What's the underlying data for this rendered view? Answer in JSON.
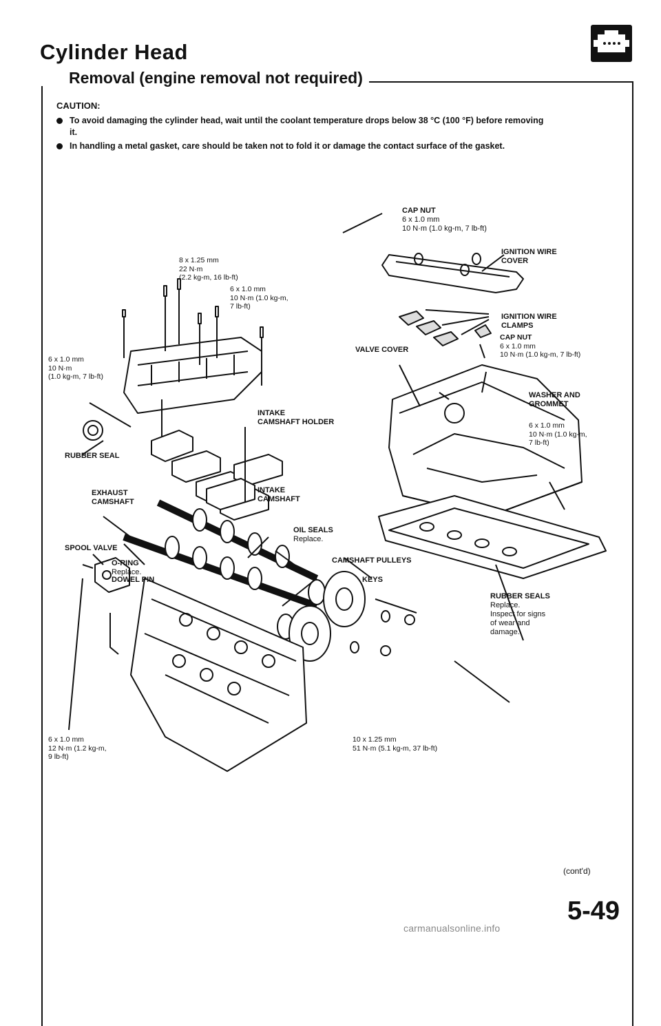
{
  "header": {
    "title": "Cylinder Head",
    "subtitle": "Removal (engine removal not required)"
  },
  "caution": {
    "title": "CAUTION:",
    "items": [
      "To avoid damaging the cylinder head, wait until the coolant temperature drops below 38 °C (100 °F) before removing",
      "it.",
      "In handling a metal gasket, care should be taken not to fold it or damage the contact surface of the gasket."
    ]
  },
  "labels": {
    "cap_nut_top": [
      "CAP NUT",
      "6 x 1.0 mm",
      "10 N·m (1.0 kg-m, 7 lb-ft)"
    ],
    "ignition_wire_cover": [
      "IGNITION WIRE",
      "COVER"
    ],
    "bolt_8x125": [
      "8 x 1.25 mm",
      "22 N·m",
      "(2.2 kg-m, 16 lb-ft)"
    ],
    "bolt_6x10_top": [
      "6 x 1.0 mm",
      "10 N·m (1.0 kg-m,",
      "7 lb-ft)"
    ],
    "ignition_wire_clamps": [
      "IGNITION WIRE",
      "CLAMPS"
    ],
    "cap_nut_mid": [
      "CAP NUT",
      "6 x 1.0 mm",
      "10 N·m (1.0 kg-m, 7 lb-ft)"
    ],
    "valve_cover": "VALVE COVER",
    "bolt_6x10_left": [
      "6 x 1.0 mm",
      "10 N·m",
      "(1.0 kg-m, 7 lb-ft)"
    ],
    "washer_grommet": [
      "WASHER AND",
      "GROMMET"
    ],
    "intake_cam_holder": [
      "INTAKE",
      "CAMSHAFT HOLDER"
    ],
    "bolt_6x10_right": [
      "6 x 1.0 mm",
      "10 N·m (1.0 kg-m,",
      "7 lb-ft)"
    ],
    "rubber_seal": "RUBBER SEAL",
    "exhaust_camshaft": [
      "EXHAUST",
      "CAMSHAFT"
    ],
    "intake_camshaft": [
      "INTAKE",
      "CAMSHAFT"
    ],
    "oil_seals": [
      "OIL SEALS",
      "Replace."
    ],
    "spool_valve": "SPOOL VALVE",
    "o_ring": [
      "O-RING",
      "Replace."
    ],
    "camshaft_pulleys": "CAMSHAFT PULLEYS",
    "dowel_pin": "DOWEL PIN",
    "keys": "KEYS",
    "rubber_seals": [
      "RUBBER SEALS",
      "Replace.",
      "Inspect for signs",
      "of wear and",
      "damage."
    ],
    "bolt_6x10_bottom": [
      "6 x 1.0 mm",
      "12 N·m (1.2 kg-m,",
      "9 lb-ft)"
    ],
    "bolt_10x125": [
      "10 x 1.25 mm",
      "51 N·m (5.1 kg-m, 37 lb-ft)"
    ]
  },
  "footer": {
    "contd": "(cont'd)",
    "page_number": "5-49",
    "watermark": "carmanualsonline.info"
  },
  "icons": {
    "section_icon": "engine-icon"
  }
}
